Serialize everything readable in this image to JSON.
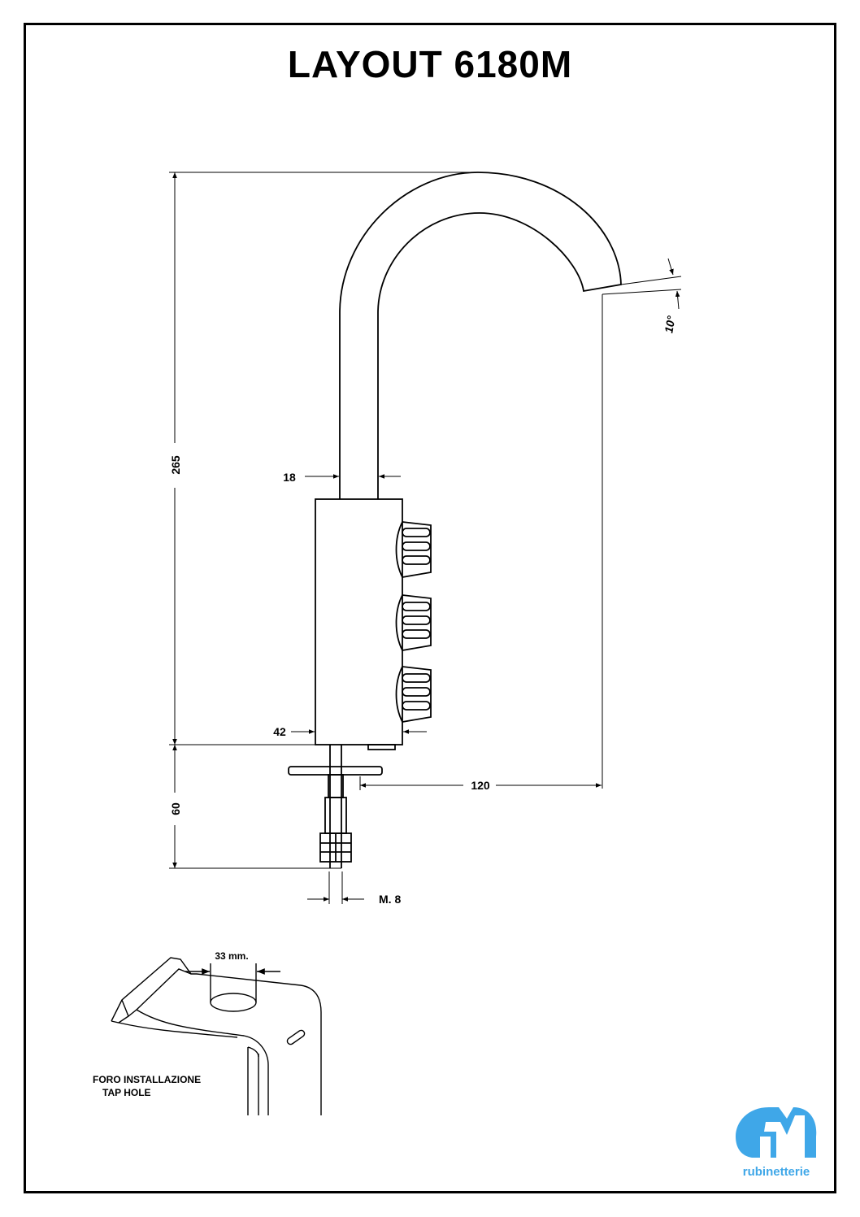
{
  "title": "LAYOUT 6180M",
  "dimensions": {
    "height_total": "265",
    "spout_diameter": "18",
    "body_width": "42",
    "reach": "120",
    "under_counter": "60",
    "thread": "M. 8",
    "angle": "10°",
    "hole_diameter": "33 mm."
  },
  "tap_hole_note": {
    "line1": "FORO INSTALLAZIONE",
    "line2": "TAP HOLE"
  },
  "logo": {
    "mark": "GM",
    "name": "rubinetterie",
    "color": "#3fa7e8"
  }
}
